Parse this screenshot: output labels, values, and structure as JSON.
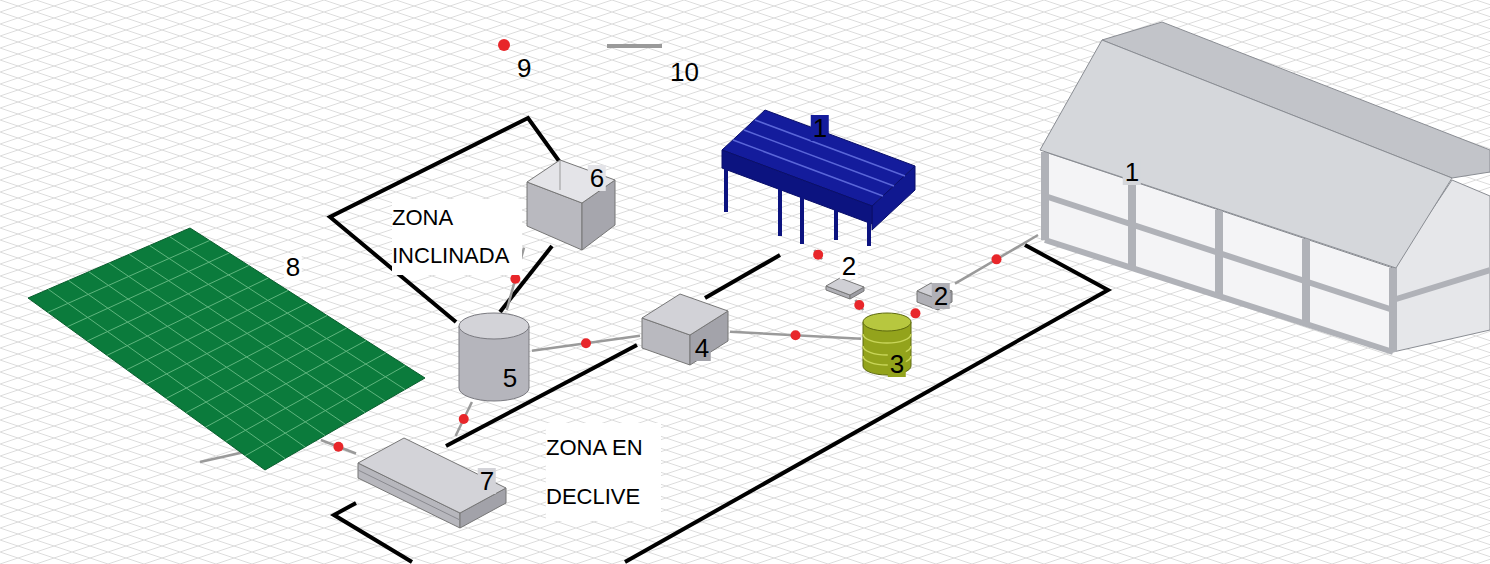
{
  "diagram": {
    "nodes": [
      {
        "text": [
          "1"
        ]
      },
      {
        "text": [
          "1"
        ]
      },
      {
        "text": [
          "6"
        ]
      },
      {
        "text": [
          "8"
        ]
      },
      {
        "text": [
          "2"
        ]
      },
      {
        "text": [
          "2"
        ]
      },
      {
        "text": [
          "4"
        ]
      },
      {
        "text": [
          "3"
        ]
      },
      {
        "text": [
          "5"
        ]
      },
      {
        "text": [
          "7"
        ]
      }
    ],
    "edges": [
      {
        "from": 0,
        "to": 4,
        "arrow": "none"
      },
      {
        "from": 4,
        "to": 7,
        "arrow": "none"
      },
      {
        "from": 1,
        "to": 5,
        "arrow": "none"
      },
      {
        "from": 5,
        "to": 7,
        "arrow": "none"
      },
      {
        "from": 7,
        "to": 6,
        "arrow": "none"
      },
      {
        "from": 6,
        "to": 8,
        "arrow": "none"
      },
      {
        "from": 2,
        "to": 8,
        "arrow": "none"
      },
      {
        "from": 8,
        "to": 9,
        "arrow": "none"
      },
      {
        "from": 9,
        "to": 3,
        "arrow": "none"
      }
    ],
    "labels": [
      "ZONA INCLINADA",
      "ZONA EN DECLIVE"
    ],
    "legend": [
      {
        "text": "9",
        "color": "#e8262a"
      },
      {
        "text": "10"
      }
    ]
  }
}
